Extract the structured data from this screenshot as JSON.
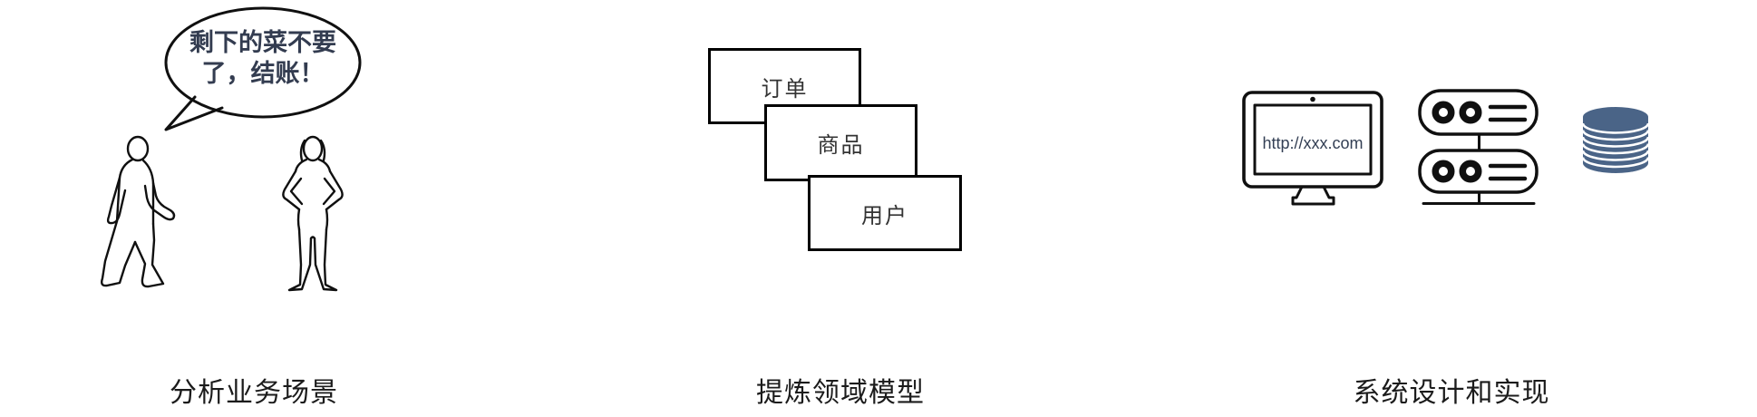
{
  "colors": {
    "ink": "#101010",
    "bubble_text": "#333c50",
    "card_text": "#333333",
    "caption_text": "#1b1b1b",
    "url_text": "#333f54",
    "database_blue": "#4a6487"
  },
  "icons": [
    "speech-bubble",
    "walking-person-icon",
    "standing-person-icon",
    "monitor-icon",
    "server-icon",
    "database-icon"
  ],
  "steps": [
    {
      "caption": "分析业务场景",
      "bubble": {
        "line1": "剩下的菜不要",
        "line2": "了，结账！"
      }
    },
    {
      "caption": "提炼领域模型",
      "cards": [
        {
          "label": "订单"
        },
        {
          "label": "商品"
        },
        {
          "label": "用户"
        }
      ]
    },
    {
      "caption": "系统设计和实现",
      "monitor_url": "http://xxx.com"
    }
  ]
}
